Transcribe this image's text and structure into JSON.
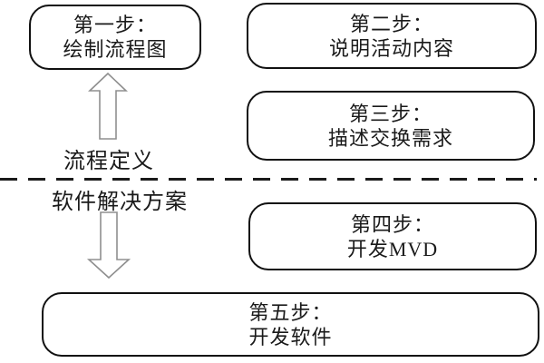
{
  "diagram": {
    "title_hint": "Five-step process flow split by a dashed divider into process definition (top) and software solution (bottom)",
    "boxes": [
      {
        "id": "step1",
        "line1": "第一步：",
        "line2": "绘制流程图"
      },
      {
        "id": "step2",
        "line1": "第二步：",
        "line2": "说明活动内容"
      },
      {
        "id": "step3",
        "line1": "第三步：",
        "line2": "描述交换需求"
      },
      {
        "id": "step4",
        "line1": "第四步：",
        "line2": "开发MVD"
      },
      {
        "id": "step5",
        "line1": "第五步：",
        "line2": "开发软件"
      }
    ],
    "labels": {
      "above_divider": "流程定义",
      "below_divider": "软件解决方案"
    },
    "icons": {
      "up_arrow": "hollow up arrow between 流程定义 label and step1 box",
      "down_arrow": "hollow down arrow between 软件解决方案 label and step5 box"
    },
    "colors": {
      "background": "#ffffff",
      "box_border": "#111111",
      "text": "#1a1a1a",
      "divider": "#1a1a1a",
      "arrow_stroke": "#8f8f8f",
      "arrow_fill": "#ffffff"
    }
  }
}
